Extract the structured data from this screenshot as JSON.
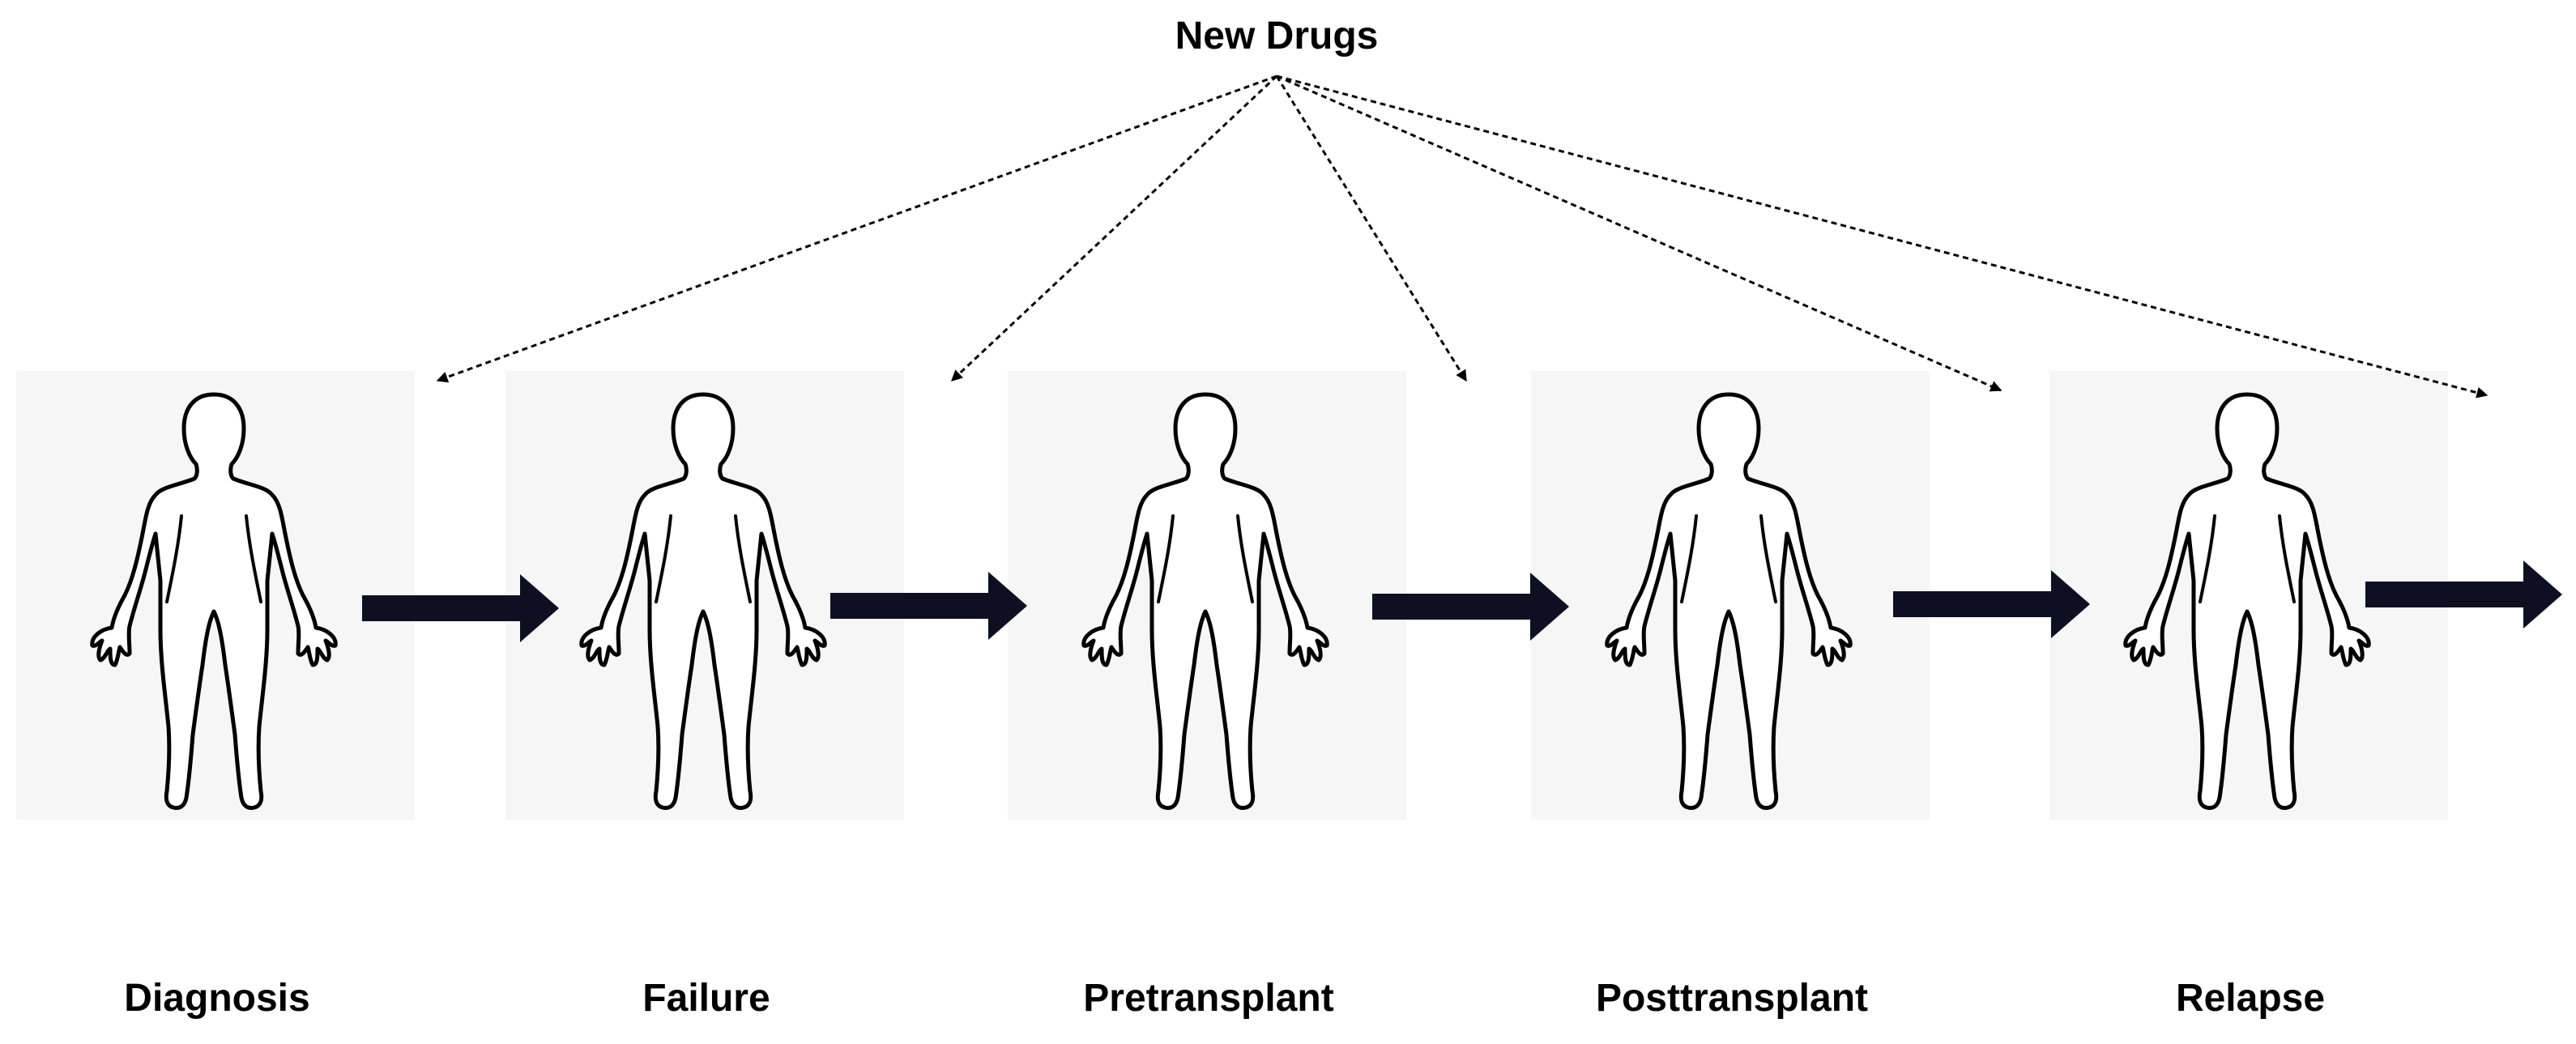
{
  "title": "New Drugs",
  "stages": [
    {
      "label": "Diagnosis"
    },
    {
      "label": "Failure"
    },
    {
      "label": "Pretransplant"
    },
    {
      "label": "Posttransplant"
    },
    {
      "label": "Relapse"
    }
  ],
  "colors": {
    "panel": "#f6f6f6",
    "arrow": "#0e1022",
    "figure_stroke": "#000000",
    "text": "#000000"
  },
  "icons": {
    "figure": "human-figure-icon",
    "flow_arrow": "right-arrow-icon"
  }
}
